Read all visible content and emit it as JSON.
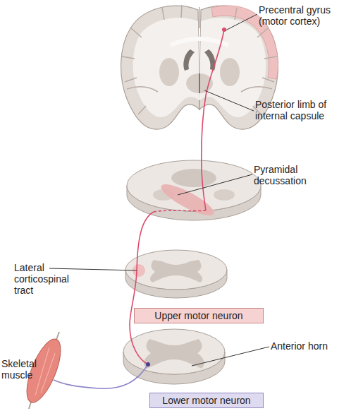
{
  "diagram": {
    "nodes": [
      {
        "text": [
          "Upper motor neuron"
        ]
      },
      {
        "text": [
          "Lower motor neuron"
        ]
      }
    ],
    "labels": [
      "Precentral gyrus (motor cortex)",
      "Posterior limb of internal capsule",
      "Pyramidal decussation",
      "Lateral corticospinal tract",
      "Anterior horn",
      "Skeletal muscle"
    ]
  }
}
